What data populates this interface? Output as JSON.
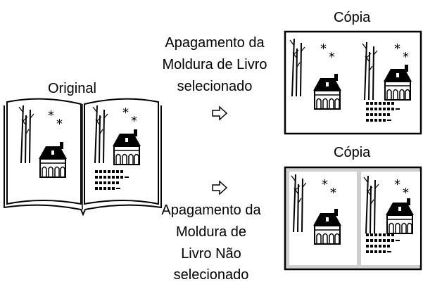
{
  "copy_label_top": "Cópia",
  "copy_label_bottom": "Cópia",
  "erase_selected_label": [
    "Apagamento da",
    "Moldura de Livro",
    "selecionado"
  ],
  "original_label": "Original",
  "erase_not_selected_label": [
    "Apagamento da",
    "Moldura de",
    "Livro Não",
    "selecionado"
  ],
  "colors": {
    "ink": "#000000",
    "gray_margin": "#cfcfcf",
    "paper": "#ffffff"
  },
  "icons": [
    "book-icon",
    "arrow-right-icon",
    "house-illustration-icon",
    "tree-icon",
    "star-icon"
  ]
}
